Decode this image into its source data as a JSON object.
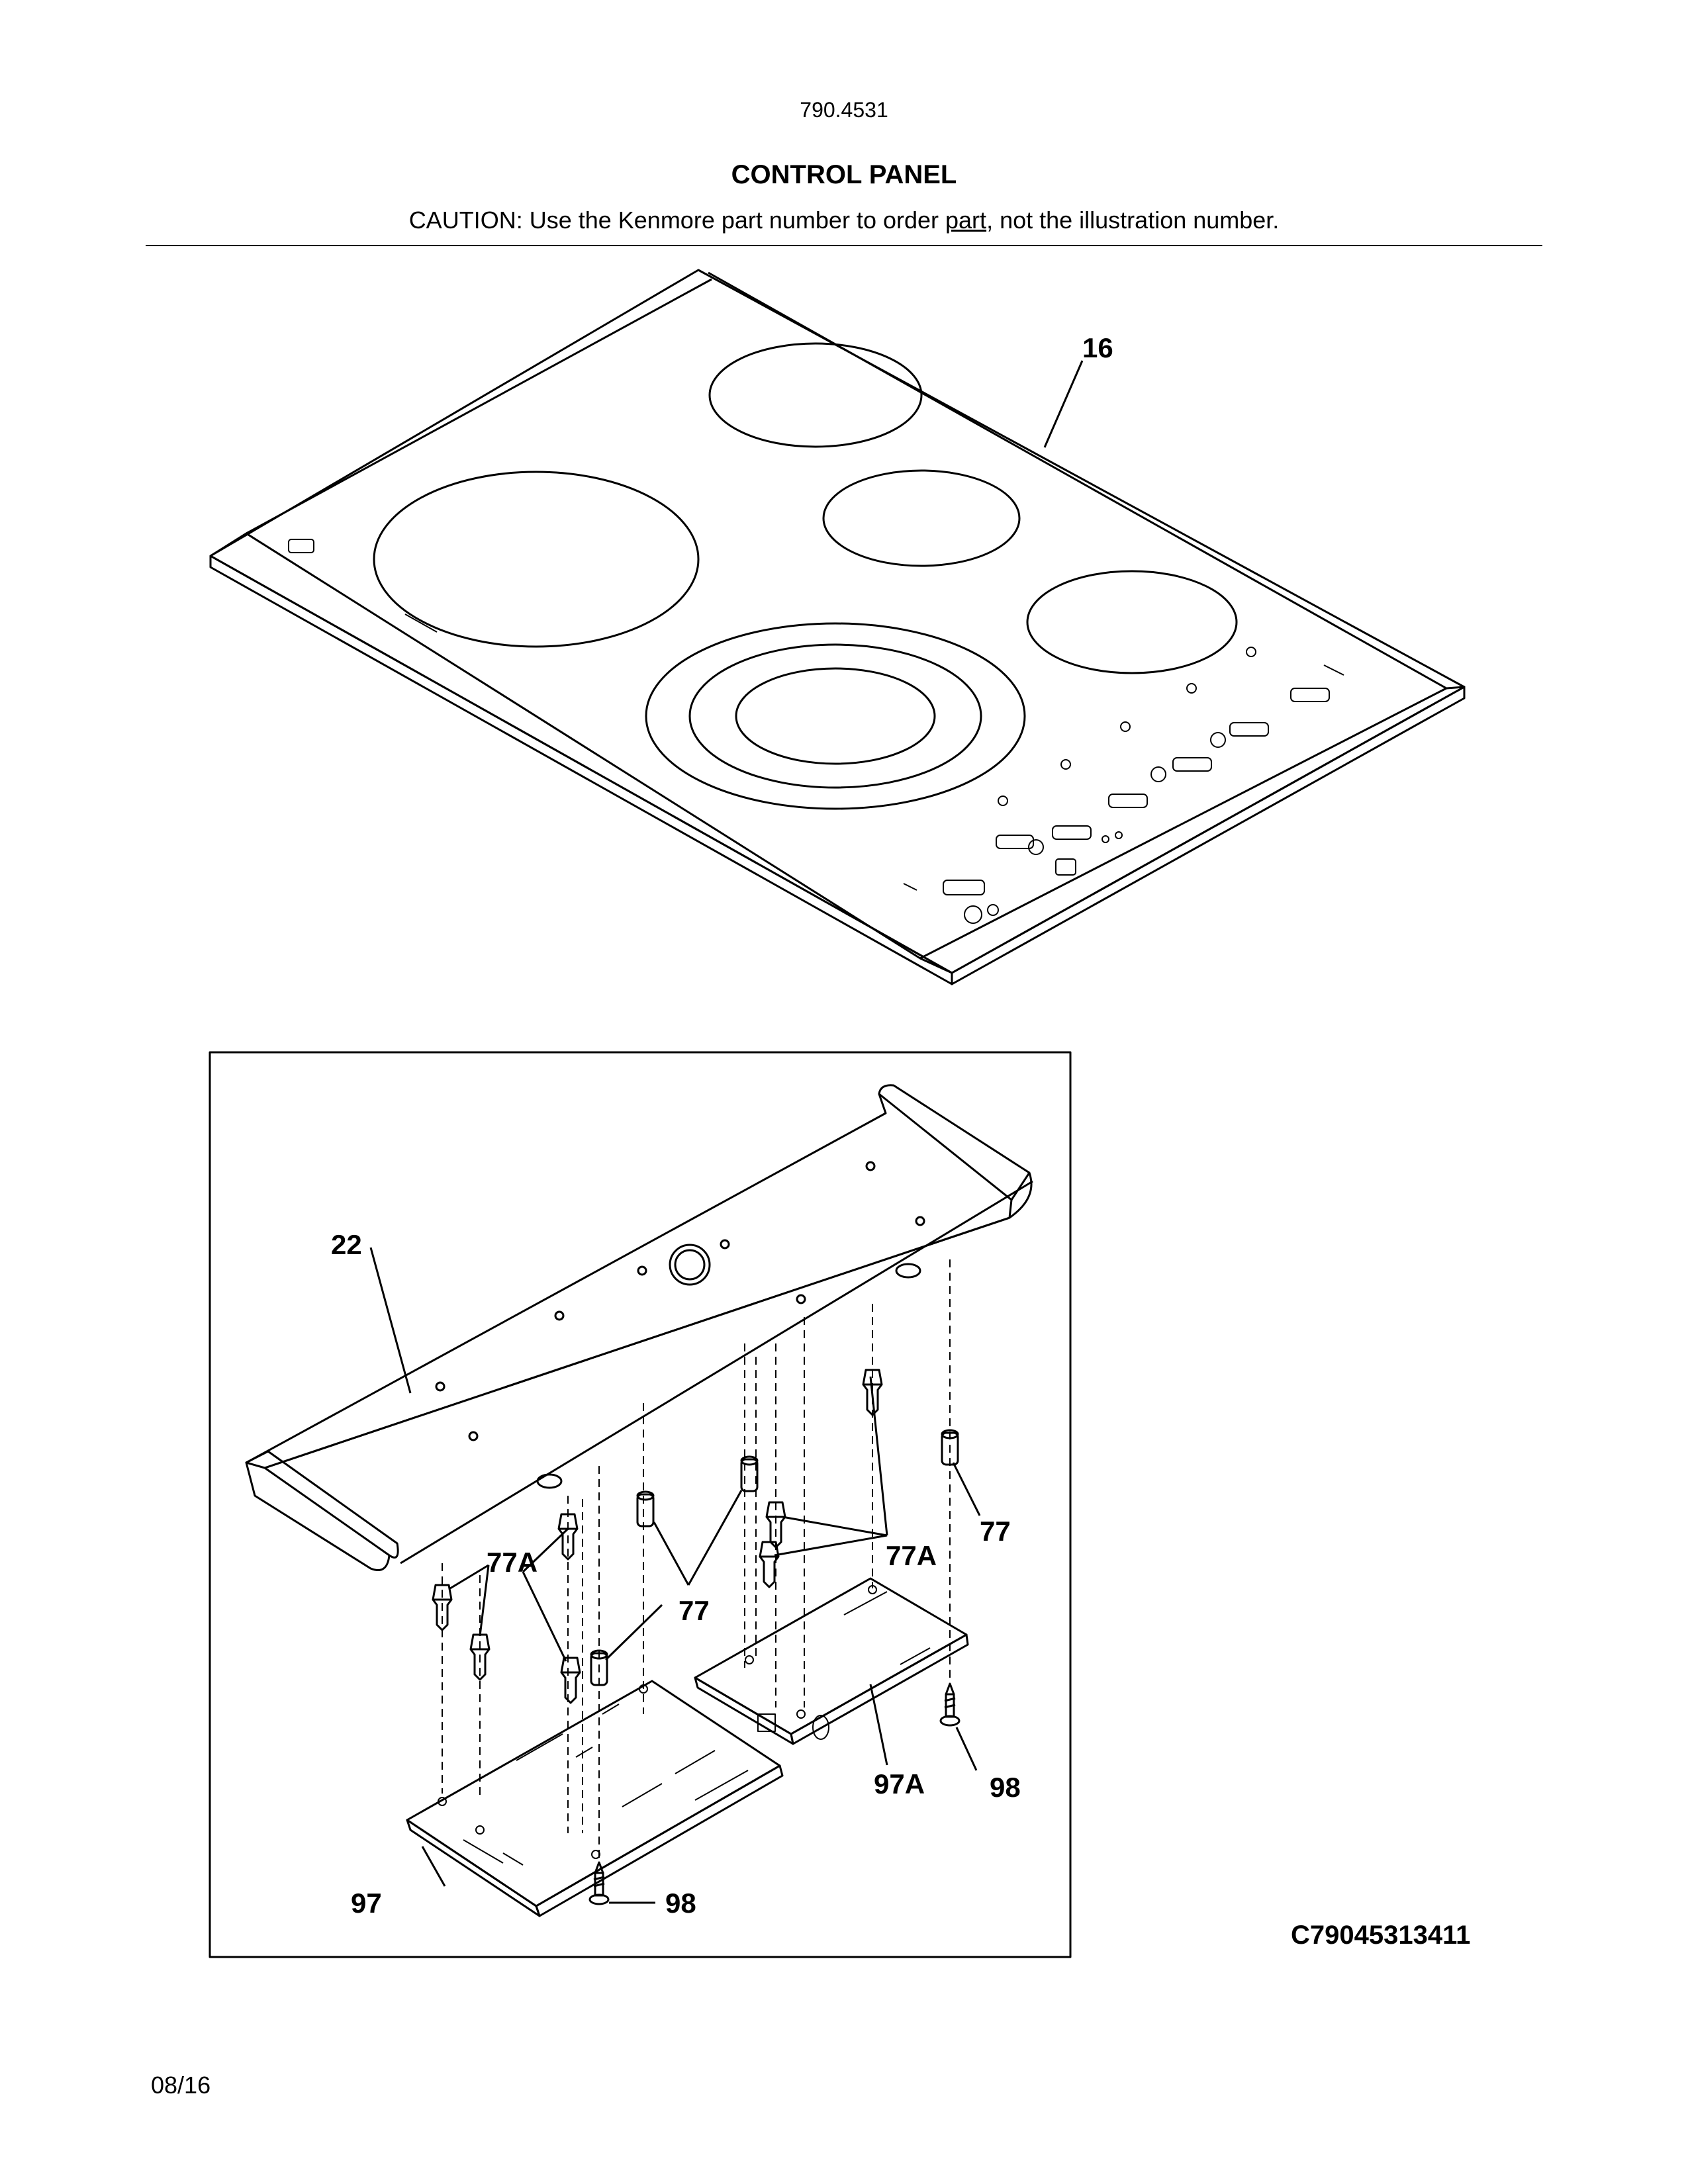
{
  "header": {
    "model": "790.4531",
    "title": "CONTROL PANEL",
    "caution_before": "CAUTION: Use the Kenmore part number to order ",
    "caution_underlined": "part",
    "caution_after": ", not the illustration number."
  },
  "callouts": {
    "c16": "16",
    "c22": "22",
    "c77a_left": "77A",
    "c77a_right": "77A",
    "c77_center": "77",
    "c77_right": "77",
    "c97": "97",
    "c97a": "97A",
    "c98_left": "98",
    "c98_right": "98"
  },
  "footer": {
    "drawing_code": "C79045313411",
    "date": "08/16"
  }
}
